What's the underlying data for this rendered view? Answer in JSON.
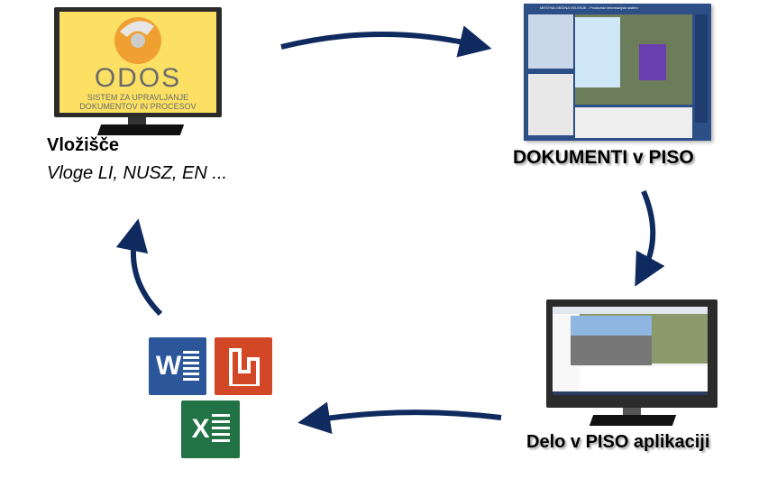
{
  "nodes": {
    "vlozisce": {
      "title": "Vložišče",
      "subtitle": "Vloge LI, NUSZ, EN ...",
      "screen": {
        "logo": "ODOS",
        "line1": "SISTEM ZA UPRAVLJANJE",
        "line2": "DOKUMENTOV IN PROCESOV"
      }
    },
    "dokumenti": {
      "title": "DOKUMENTI v PISO",
      "screen_title": "MESTNA OBČINA VELENJE - Prostorski informacijski sistem"
    },
    "delo": {
      "title": "Delo v PISO aplikaciji"
    }
  },
  "office_icons": [
    {
      "name": "word",
      "letter": "W",
      "color": "#2b579a"
    },
    {
      "name": "pdf",
      "letter": "",
      "color": "#d24726"
    },
    {
      "name": "excel",
      "letter": "X",
      "color": "#217346"
    }
  ],
  "colors": {
    "arrow": "#0f2a5e",
    "odos_bg": "#fbe063",
    "odos_text": "#6b6b6b"
  }
}
